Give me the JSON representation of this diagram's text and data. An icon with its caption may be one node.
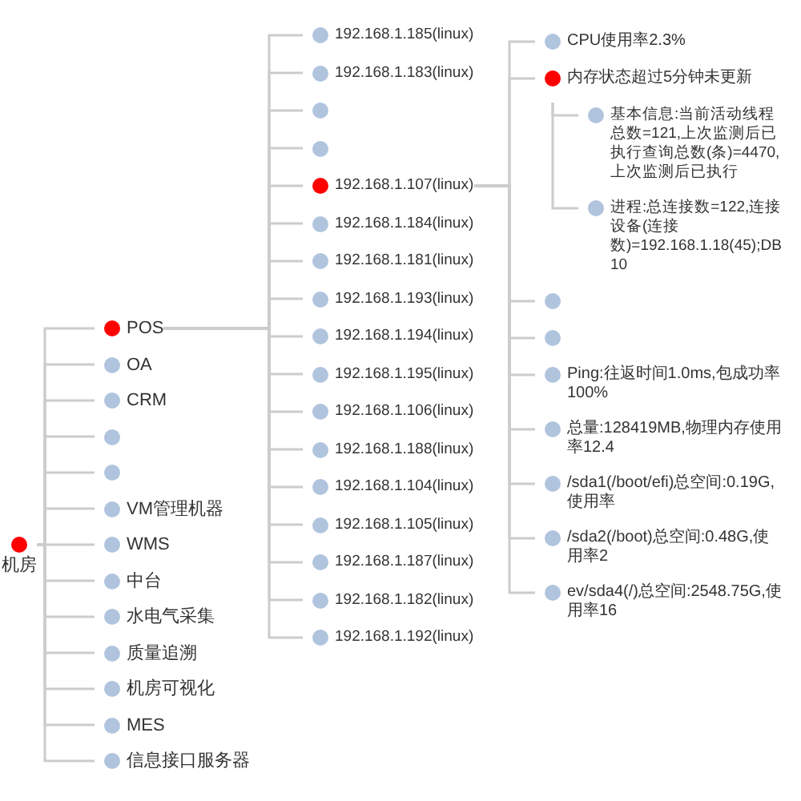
{
  "diagram": {
    "nodes": [
      {
        "text": [
          "机房"
        ]
      },
      {
        "text": [
          "POS"
        ]
      },
      {
        "text": [
          "OA"
        ]
      },
      {
        "text": [
          "CRM"
        ]
      },
      {
        "text": [],
        "shape": "circle"
      },
      {
        "text": [],
        "shape": "circle"
      },
      {
        "text": [
          "VM管理机器"
        ]
      },
      {
        "text": [
          "WMS"
        ]
      },
      {
        "text": [
          "中台"
        ]
      },
      {
        "text": [
          "水电气采集"
        ]
      },
      {
        "text": [
          "质量追溯"
        ]
      },
      {
        "text": [
          "机房可视化"
        ]
      },
      {
        "text": [
          "MES"
        ]
      },
      {
        "text": [
          "信息接口服务器"
        ]
      },
      {
        "text": [
          "192.168.1.185(linux)"
        ]
      },
      {
        "text": [
          "192.168.1.183(linux)"
        ]
      },
      {
        "text": [],
        "shape": "circle"
      },
      {
        "text": [],
        "shape": "circle"
      },
      {
        "text": [
          "192.168.1.107(linux)"
        ]
      },
      {
        "text": [
          "192.168.1.184(linux)"
        ]
      },
      {
        "text": [
          "192.168.1.181(linux)"
        ]
      },
      {
        "text": [
          "192.168.1.193(linux)"
        ]
      },
      {
        "text": [
          "192.168.1.194(linux)"
        ]
      },
      {
        "text": [
          "192.168.1.195(linux)"
        ]
      },
      {
        "text": [
          "192.168.1.106(linux)"
        ]
      },
      {
        "text": [
          "192.168.1.188(linux)"
        ]
      },
      {
        "text": [
          "192.168.1.104(linux)"
        ]
      },
      {
        "text": [
          "192.168.1.105(linux)"
        ]
      },
      {
        "text": [
          "192.168.1.187(linux)"
        ]
      },
      {
        "text": [
          "192.168.1.182(linux)"
        ]
      },
      {
        "text": [
          "192.168.1.192(linux)"
        ]
      },
      {
        "text": [
          "CPU使用率2.3%"
        ]
      },
      {
        "text": [
          "内存状态超过5分钟未更新"
        ]
      },
      {
        "text": [],
        "shape": "circle"
      },
      {
        "text": [],
        "shape": "circle"
      },
      {
        "text": [
          "Ping:往返时间1.0ms,包成功率100%"
        ]
      },
      {
        "text": [
          "总量:128419MB,物理内存使用率12.4"
        ]
      },
      {
        "text": [
          "/sda1(/boot/efi)总空间:0.19G,使用率"
        ]
      },
      {
        "text": [
          "/sda2(/boot)总空间:0.48G,使用率2"
        ]
      },
      {
        "text": [
          "ev/sda4(/)总空间:2548.75G,使用率16"
        ]
      },
      {
        "text": [
          "基本信息:当前活动线程总数=121,上次监测后已执行查询总数(条)=4470,上次监测后已执行"
        ]
      },
      {
        "text": [
          "进程:总连接数=122,连接设备(连接数)=192.168.1.18(45);DB10"
        ]
      }
    ],
    "edges": [
      {
        "from": 0,
        "to": 1,
        "arrow": "none"
      },
      {
        "from": 0,
        "to": 2,
        "arrow": "none"
      },
      {
        "from": 0,
        "to": 3,
        "arrow": "none"
      },
      {
        "from": 0,
        "to": 4,
        "arrow": "none"
      },
      {
        "from": 0,
        "to": 5,
        "arrow": "none"
      },
      {
        "from": 0,
        "to": 6,
        "arrow": "none"
      },
      {
        "from": 0,
        "to": 7,
        "arrow": "none"
      },
      {
        "from": 0,
        "to": 8,
        "arrow": "none"
      },
      {
        "from": 0,
        "to": 9,
        "arrow": "none"
      },
      {
        "from": 0,
        "to": 10,
        "arrow": "none"
      },
      {
        "from": 0,
        "to": 11,
        "arrow": "none"
      },
      {
        "from": 0,
        "to": 12,
        "arrow": "none"
      },
      {
        "from": 0,
        "to": 13,
        "arrow": "none"
      },
      {
        "from": 1,
        "to": 14,
        "arrow": "none"
      },
      {
        "from": 1,
        "to": 15,
        "arrow": "none"
      },
      {
        "from": 1,
        "to": 16,
        "arrow": "none"
      },
      {
        "from": 1,
        "to": 17,
        "arrow": "none"
      },
      {
        "from": 1,
        "to": 18,
        "arrow": "none"
      },
      {
        "from": 1,
        "to": 19,
        "arrow": "none"
      },
      {
        "from": 1,
        "to": 20,
        "arrow": "none"
      },
      {
        "from": 1,
        "to": 21,
        "arrow": "none"
      },
      {
        "from": 1,
        "to": 22,
        "arrow": "none"
      },
      {
        "from": 1,
        "to": 23,
        "arrow": "none"
      },
      {
        "from": 1,
        "to": 24,
        "arrow": "none"
      },
      {
        "from": 1,
        "to": 25,
        "arrow": "none"
      },
      {
        "from": 1,
        "to": 26,
        "arrow": "none"
      },
      {
        "from": 1,
        "to": 27,
        "arrow": "none"
      },
      {
        "from": 1,
        "to": 28,
        "arrow": "none"
      },
      {
        "from": 1,
        "to": 29,
        "arrow": "none"
      },
      {
        "from": 1,
        "to": 30,
        "arrow": "none"
      },
      {
        "from": 18,
        "to": 31,
        "arrow": "none"
      },
      {
        "from": 18,
        "to": 32,
        "arrow": "none"
      },
      {
        "from": 18,
        "to": 33,
        "arrow": "none"
      },
      {
        "from": 18,
        "to": 34,
        "arrow": "none"
      },
      {
        "from": 18,
        "to": 35,
        "arrow": "none"
      },
      {
        "from": 18,
        "to": 36,
        "arrow": "none"
      },
      {
        "from": 18,
        "to": 37,
        "arrow": "none"
      },
      {
        "from": 18,
        "to": 38,
        "arrow": "none"
      },
      {
        "from": 18,
        "to": 39,
        "arrow": "none"
      },
      {
        "from": 32,
        "to": 40,
        "arrow": "none"
      },
      {
        "from": 32,
        "to": 41,
        "arrow": "none"
      }
    ]
  }
}
